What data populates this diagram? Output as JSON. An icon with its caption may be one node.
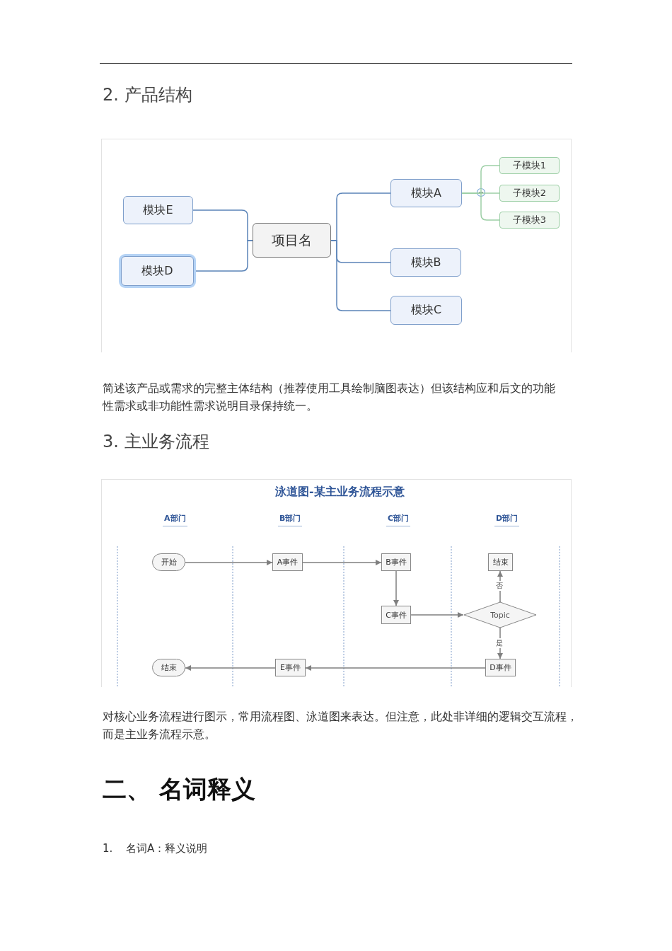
{
  "diagram": {
    "nodes": [
      {
        "text": [
          "项目名"
        ]
      },
      {
        "text": [
          "模块E"
        ]
      },
      {
        "text": [
          "模块D"
        ]
      },
      {
        "text": [
          "模块A"
        ]
      },
      {
        "text": [
          "模块B"
        ]
      },
      {
        "text": [
          "模块C"
        ]
      },
      {
        "text": [
          "子模块1"
        ]
      },
      {
        "text": [
          "子模块2"
        ]
      },
      {
        "text": [
          "子模块3"
        ]
      },
      {
        "text": [
          "开始"
        ]
      },
      {
        "text": [
          "A事件"
        ]
      },
      {
        "text": [
          "B事件"
        ]
      },
      {
        "text": [
          "结束"
        ]
      },
      {
        "text": [
          "C事件"
        ]
      },
      {
        "text": [
          "Topic"
        ]
      },
      {
        "text": [
          "结束"
        ]
      },
      {
        "text": [
          "E事件"
        ]
      },
      {
        "text": [
          "D事件"
        ]
      }
    ],
    "edges": [
      {
        "from": 0,
        "to": 1,
        "arrow": "none",
        "color": "#5b84b8"
      },
      {
        "from": 0,
        "to": 2,
        "arrow": "none",
        "color": "#5b84b8"
      },
      {
        "from": 0,
        "to": 3,
        "arrow": "none",
        "color": "#5b84b8"
      },
      {
        "from": 0,
        "to": 4,
        "arrow": "none",
        "color": "#5b84b8"
      },
      {
        "from": 0,
        "to": 5,
        "arrow": "none",
        "color": "#5b84b8"
      },
      {
        "from": 3,
        "to": 6,
        "arrow": "none",
        "color": "#9dcfa6"
      },
      {
        "from": 3,
        "to": 7,
        "arrow": "none",
        "color": "#9dcfa6"
      },
      {
        "from": 3,
        "to": 8,
        "arrow": "none",
        "color": "#9dcfa6"
      },
      {
        "from": 9,
        "to": 10,
        "arrow": "to"
      },
      {
        "from": 10,
        "to": 11,
        "arrow": "to"
      },
      {
        "from": 11,
        "to": 13,
        "arrow": "to"
      },
      {
        "from": 13,
        "to": 14,
        "arrow": "to"
      },
      {
        "from": 14,
        "to": 12,
        "arrow": "to",
        "label": "否"
      },
      {
        "from": 14,
        "to": 17,
        "arrow": "to",
        "label": "是"
      },
      {
        "from": 17,
        "to": 16,
        "arrow": "to"
      },
      {
        "from": 16,
        "to": 15,
        "arrow": "to"
      }
    ],
    "labels": [
      "2. 产品结构",
      "简述该产品或需求的完整主体结构（推荐使用工具绘制脑图表达）但该结构应和后文的功能性需求或非功能性需求说明目录保持统一。",
      "3. 主业务流程",
      "泳道图-某主业务流程示意",
      "A部门",
      "B部门",
      "C部门",
      "D部门",
      "对核心业务流程进行图示，常用流程图、泳道图来表达。但注意，此处非详细的逻辑交互流程，而是主业务流程示意。",
      "二、 名词释义",
      "1.",
      "名词A：释义说明"
    ]
  }
}
